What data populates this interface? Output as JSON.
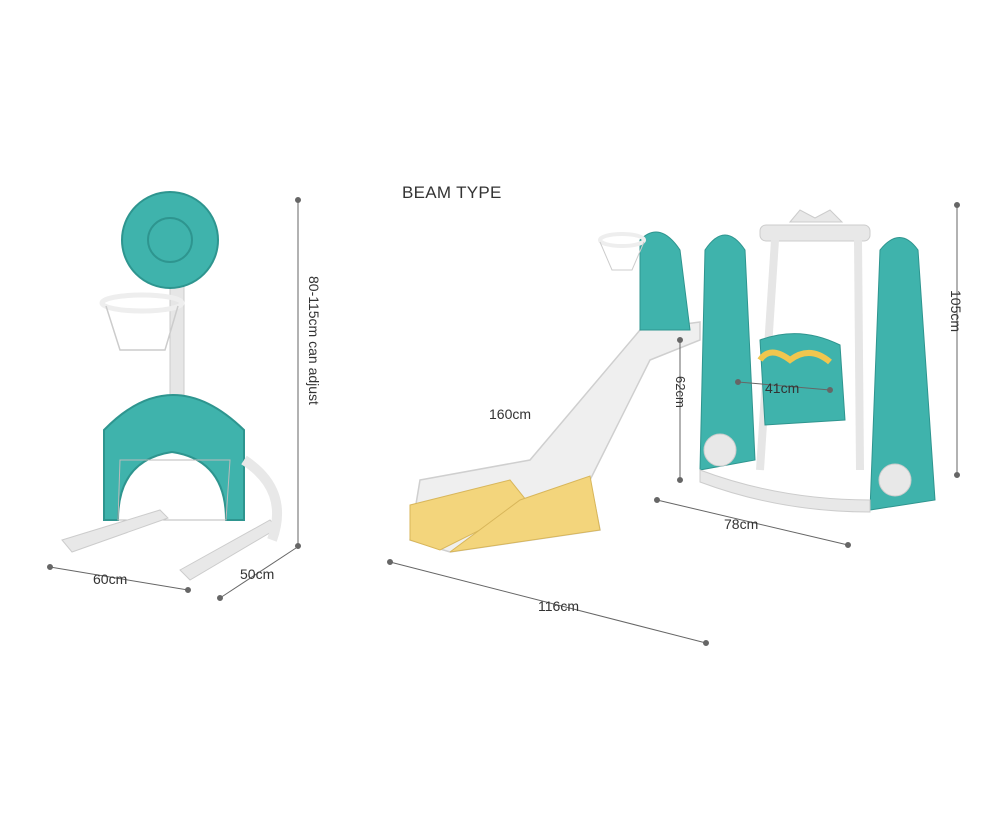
{
  "title": "BEAM TYPE",
  "colors": {
    "teal": "#3fb3ac",
    "white_part": "#ececec",
    "yellow": "#f3d57c",
    "line": "#555555"
  },
  "basketball_stand": {
    "height_label": "80-115cm can adjust",
    "width_label": "60cm",
    "depth_label": "50cm"
  },
  "playset": {
    "slide_label": "160cm",
    "platform_height_label": "62cm",
    "seat_width_label": "41cm",
    "height_label": "105cm",
    "depth_label": "78cm",
    "length_label": "116cm"
  }
}
